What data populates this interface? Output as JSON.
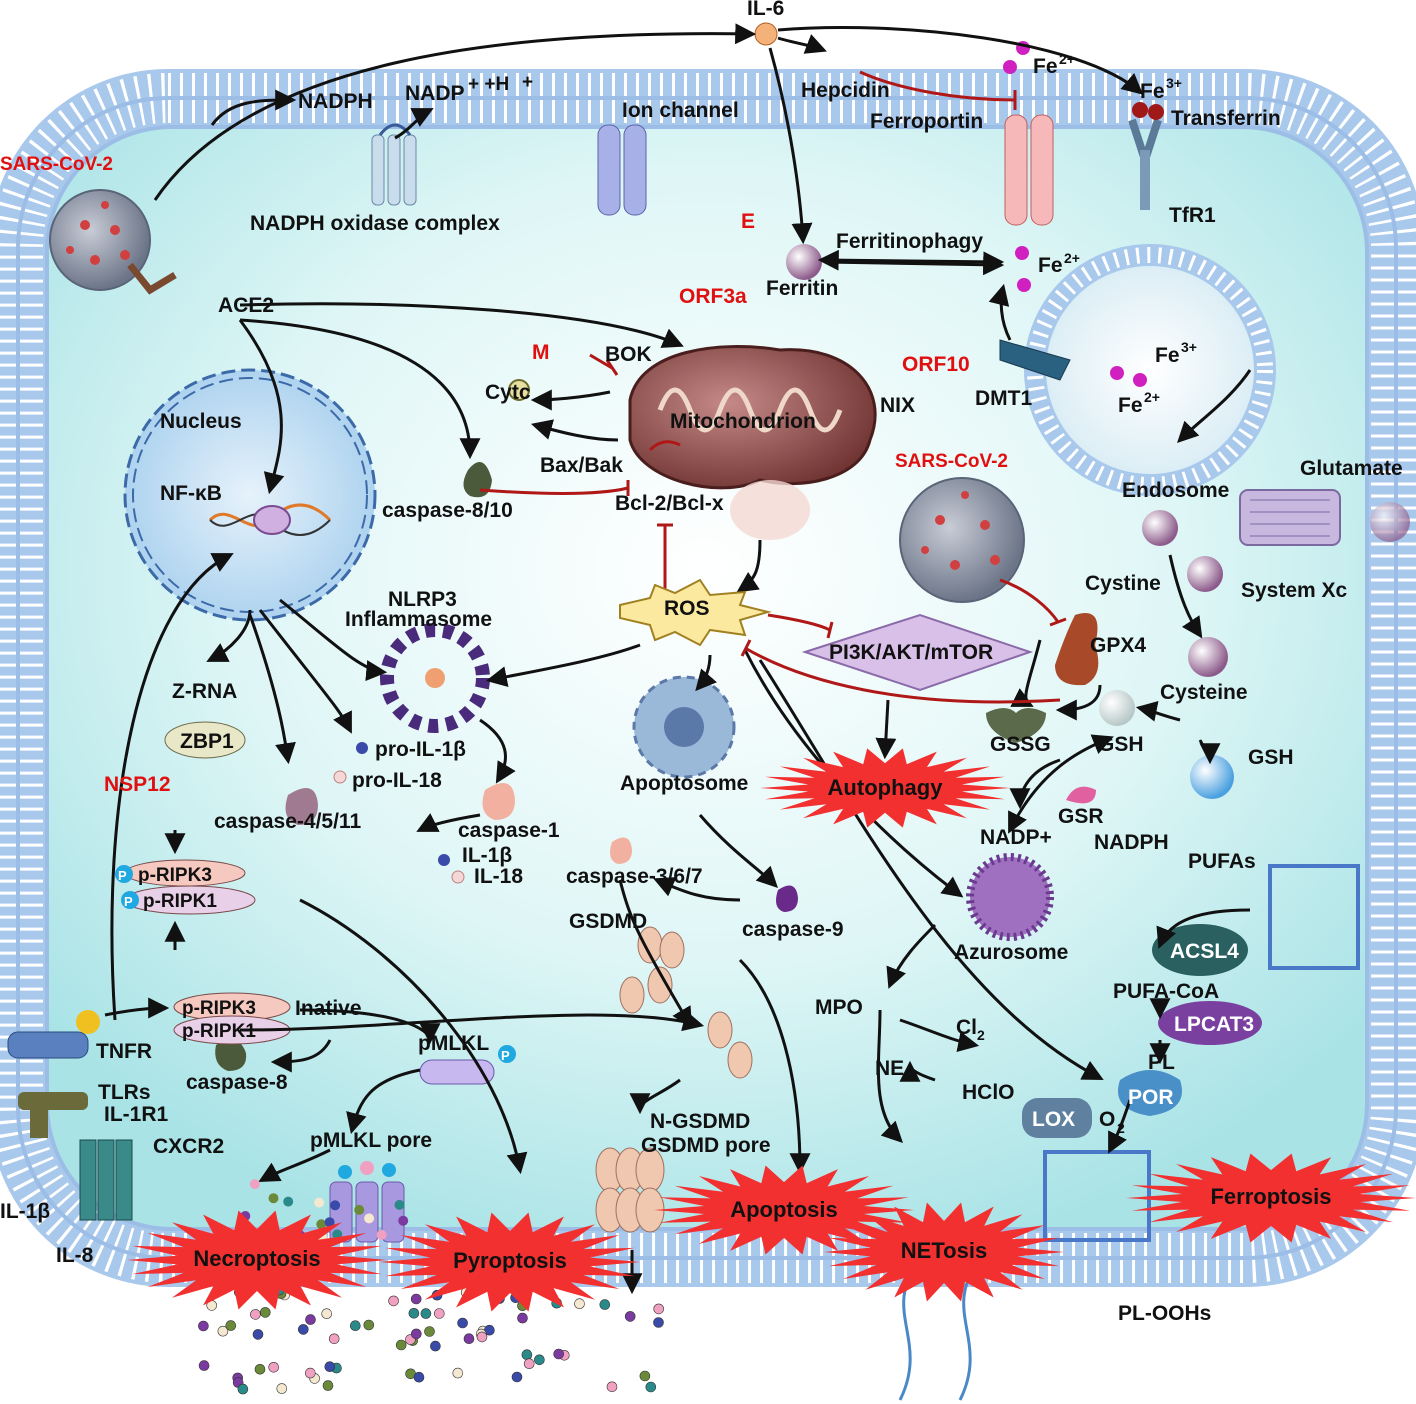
{
  "labels": {
    "sars_cov2_outside": "SARS-CoV-2",
    "sars_cov2_inside": "SARS-CoV-2",
    "ace2": "ACE2",
    "nadph_top": "NADPH",
    "nadp_top": "NADP",
    "nadp_top_sup": " + +H",
    "nadp_top_sup2": "+",
    "nadph_oxidase": "NADPH oxidase complex",
    "ion_channel": "Ion channel",
    "e_protein": "E",
    "orf3a": "ORF3a",
    "il6": "IL-6",
    "hepcidin": "Hepcidin",
    "fe2_top": "Fe",
    "fe2_top_sup": "2+",
    "fe3_top": "Fe",
    "fe3_top_sup": "3+",
    "transferrin": "Transferrin",
    "ferroportin": "Ferroportin",
    "tfr1": "TfR1",
    "ferritin": "Ferritin",
    "ferritinophagy": "Ferritinophagy",
    "fe2_mid": "Fe",
    "fe2_mid_sup": "2+",
    "fe3_endo": "Fe",
    "fe3_endo_sup": "3+",
    "fe2_endo": "Fe",
    "fe2_endo_sup": "2+",
    "dmt1": "DMT1",
    "orf10": "ORF10",
    "nix": "NIX",
    "m_protein": "M",
    "bok": "BOK",
    "cytc": "Cytc",
    "mitochondrion": "Mitochondrion",
    "bax_bak": "Bax/Bak",
    "bcl2": "Bcl-2/Bcl-x",
    "nucleus": "Nucleus",
    "nfkb": "NF-κB",
    "caspase_8_10": "caspase-8/10",
    "ros": "ROS",
    "nlrp3_1": "NLRP3",
    "nlrp3_2": "Inflammasome",
    "pi3k": "PI3K/AKT/mTOR",
    "gpx4": "GPX4",
    "glutamate": "Glutamate",
    "endosome": "Endosome",
    "cystine": "Cystine",
    "system_xc": "System Xc",
    "cysteine": "Cysteine",
    "zrna": "Z-RNA",
    "zbp1": "ZBP1",
    "pro_il1b": "pro-IL-1β",
    "pro_il18": "pro-IL-18",
    "apoptosome": "Apoptosome",
    "autophagy": "Autophagy",
    "gssg": "GSSG",
    "gsh_mid": "GSH",
    "gsh_right": "GSH",
    "nsp12": "NSP12",
    "caspase_4511": "caspase-4/5/11",
    "caspase_1": "caspase-1",
    "il1b_mid": "IL-1β",
    "il18_mid": "IL-18",
    "nadp_plus": "NADP+",
    "gsr": "GSR",
    "nadph_right": "NADPH",
    "pripk3_a": "p-RIPK3",
    "pripk1_a": "p-RIPK1",
    "caspase_367": "caspase-3/6/7",
    "pufas": "PUFAs",
    "gsdmd": "GSDMD",
    "caspase_9": "caspase-9",
    "azurosome": "Azurosome",
    "acsl4": "ACSL4",
    "pripk3_b": "p-RIPK3",
    "inative": "Inative",
    "pripk1_b": "p-RIPK1",
    "pufa_coa": "PUFA-CoA",
    "mpo": "MPO",
    "cl2": "Cl",
    "cl2_sub": "2",
    "lpcat3": "LPCAT3",
    "tnfr": "TNFR",
    "pmlkl": "pMLKL",
    "caspase_8": "caspase-8",
    "ne": "NE",
    "pl": "PL",
    "hclo": "HClO",
    "por": "POR",
    "tlrs": "TLRs",
    "il1r1": "IL-1R1",
    "n_gsdmd": "N-GSDMD",
    "lox": "LOX",
    "o2": "O",
    "o2_sub": "2",
    "cxcr2": "CXCR2",
    "pmlkl_pore": "pMLKL pore",
    "gsdmd_pore": "GSDMD pore",
    "il1b_out": "IL-1β",
    "il8_out": "IL-8",
    "pl_oohs": "PL-OOHs",
    "p_badge": "P"
  },
  "death_modes": {
    "necroptosis": "Necroptosis",
    "pyroptosis": "Pyroptosis",
    "apoptosis": "Apoptosis",
    "netosis": "NETosis",
    "ferroptosis": "Ferroptosis"
  },
  "colors": {
    "cytoplasm": "#c8f0f0",
    "membrane_head": "#a8c8ec",
    "burst_red": "#f23030",
    "virus_label_red": "#e01010",
    "inhibition_red": "#b01818",
    "ros_yellow": "#fbe9a0",
    "pi3k_purple": "#d8c0e8",
    "acsl4_teal": "#2a6060",
    "lpcat3_purple": "#7a40a0",
    "lox_slate": "#6080a0",
    "por_blue": "#4a90c8"
  }
}
